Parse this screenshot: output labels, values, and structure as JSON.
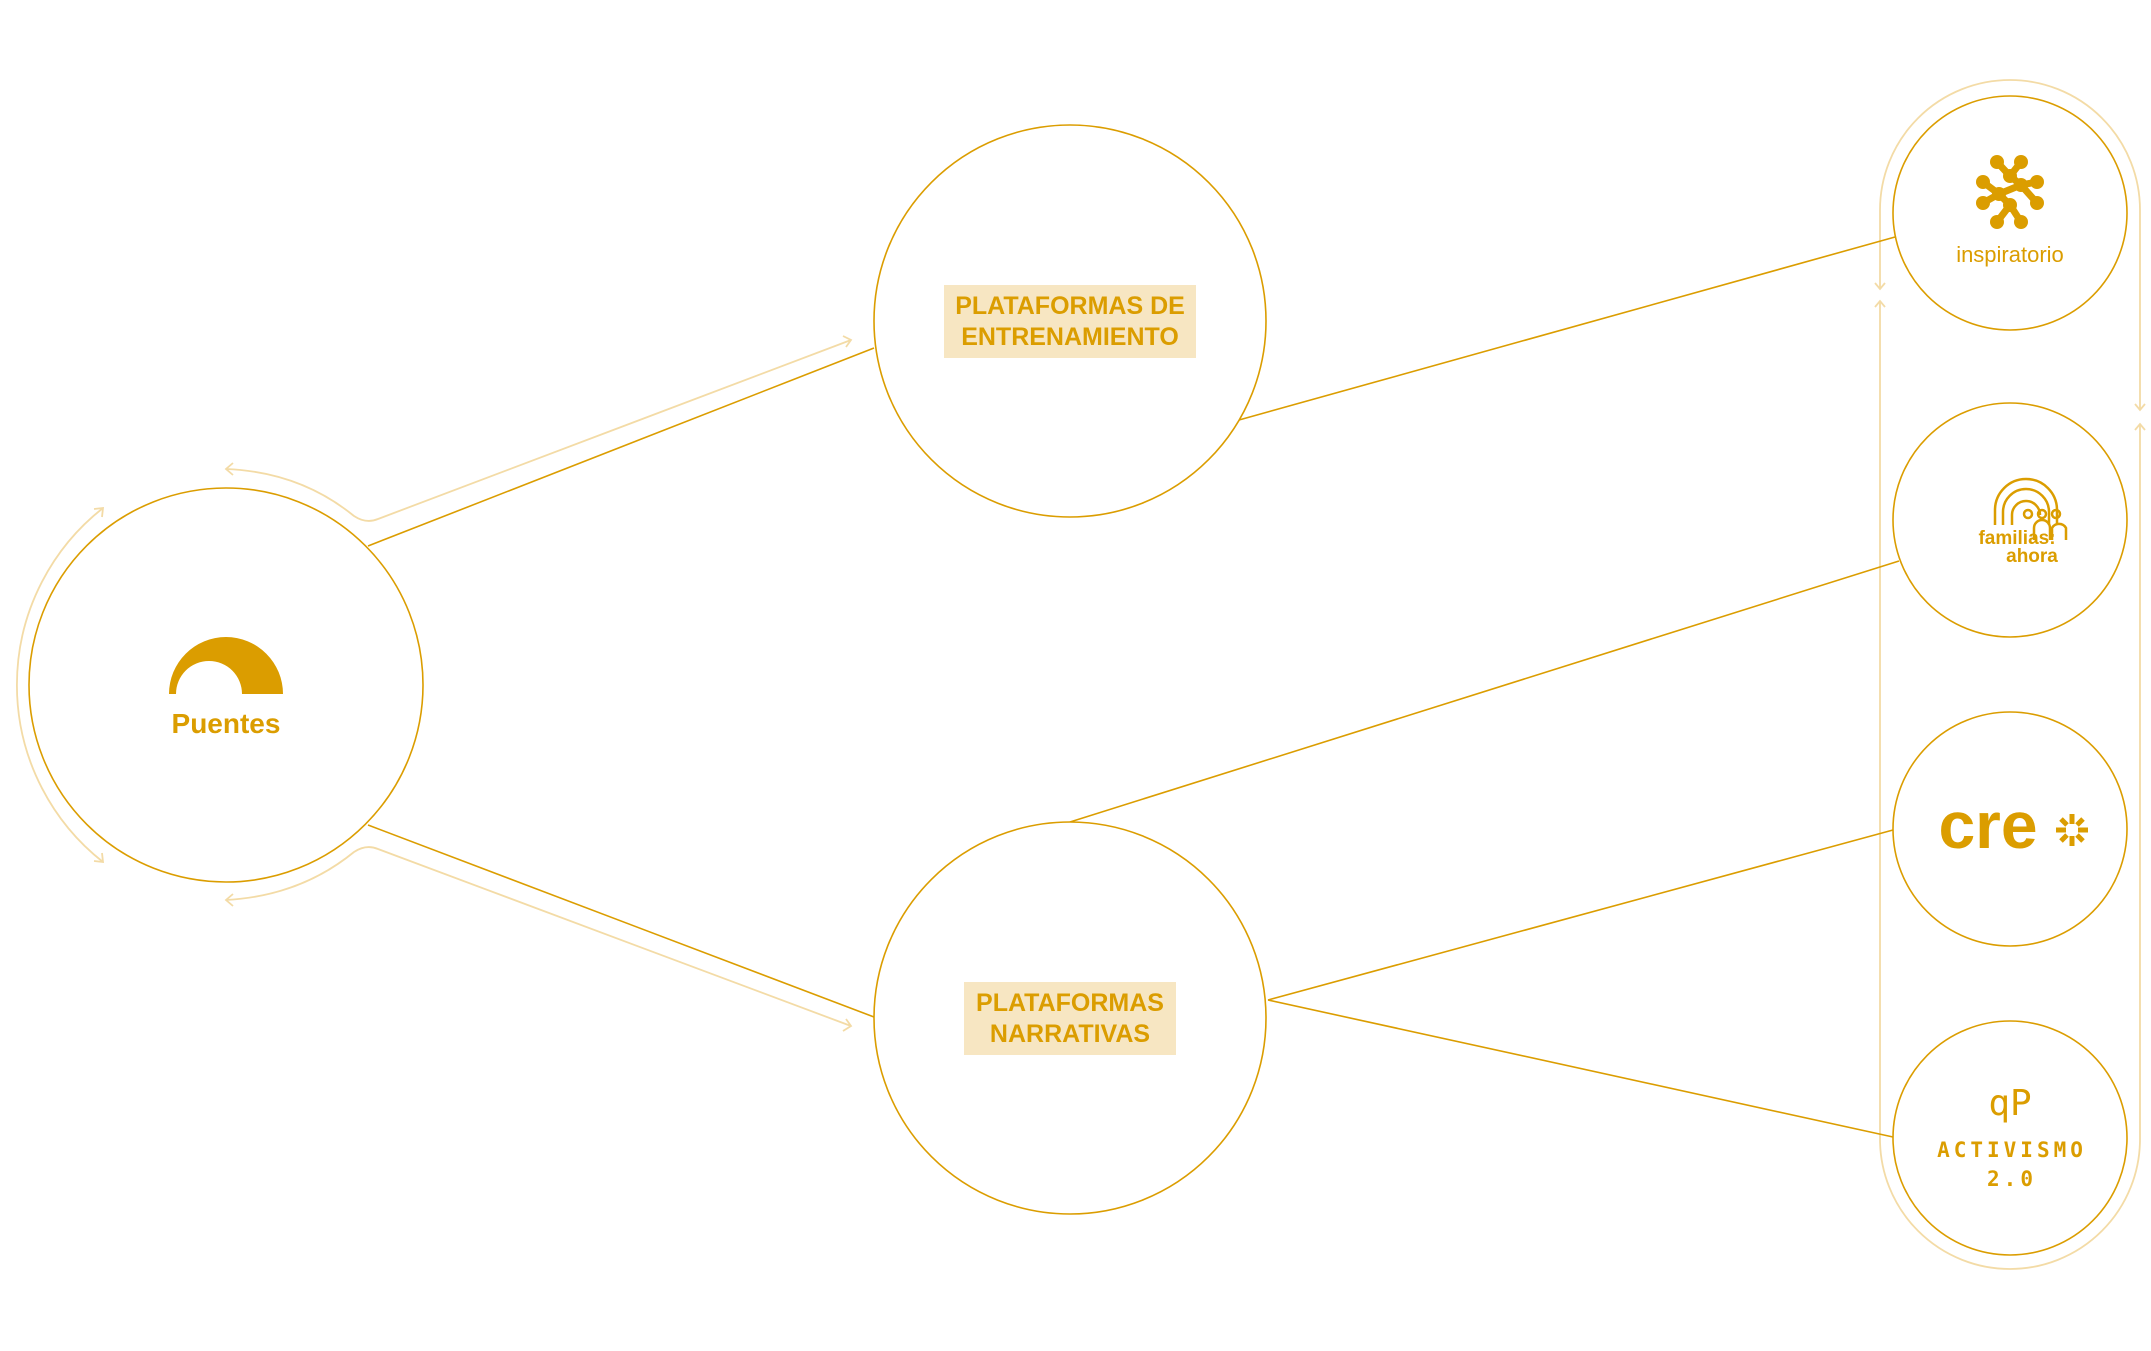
{
  "colors": {
    "accent": "#DB9D00",
    "flow": "#F3DBA6",
    "label_bg": "#F7E6C2"
  },
  "hub": {
    "name": "Puentes"
  },
  "categories": [
    {
      "line1": "PLATAFORMAS DE",
      "line2": "ENTRENAMIENTO"
    },
    {
      "line1": "PLATAFORMAS",
      "line2": "NARRATIVAS"
    }
  ],
  "platforms": [
    {
      "name": "inspiratorio"
    },
    {
      "name_line1": "familias:",
      "name_line2": "ahora"
    },
    {
      "name": "cre"
    },
    {
      "mark": "qP",
      "name_line1": "ACTIVISMO",
      "name_line2": "2.0"
    }
  ]
}
